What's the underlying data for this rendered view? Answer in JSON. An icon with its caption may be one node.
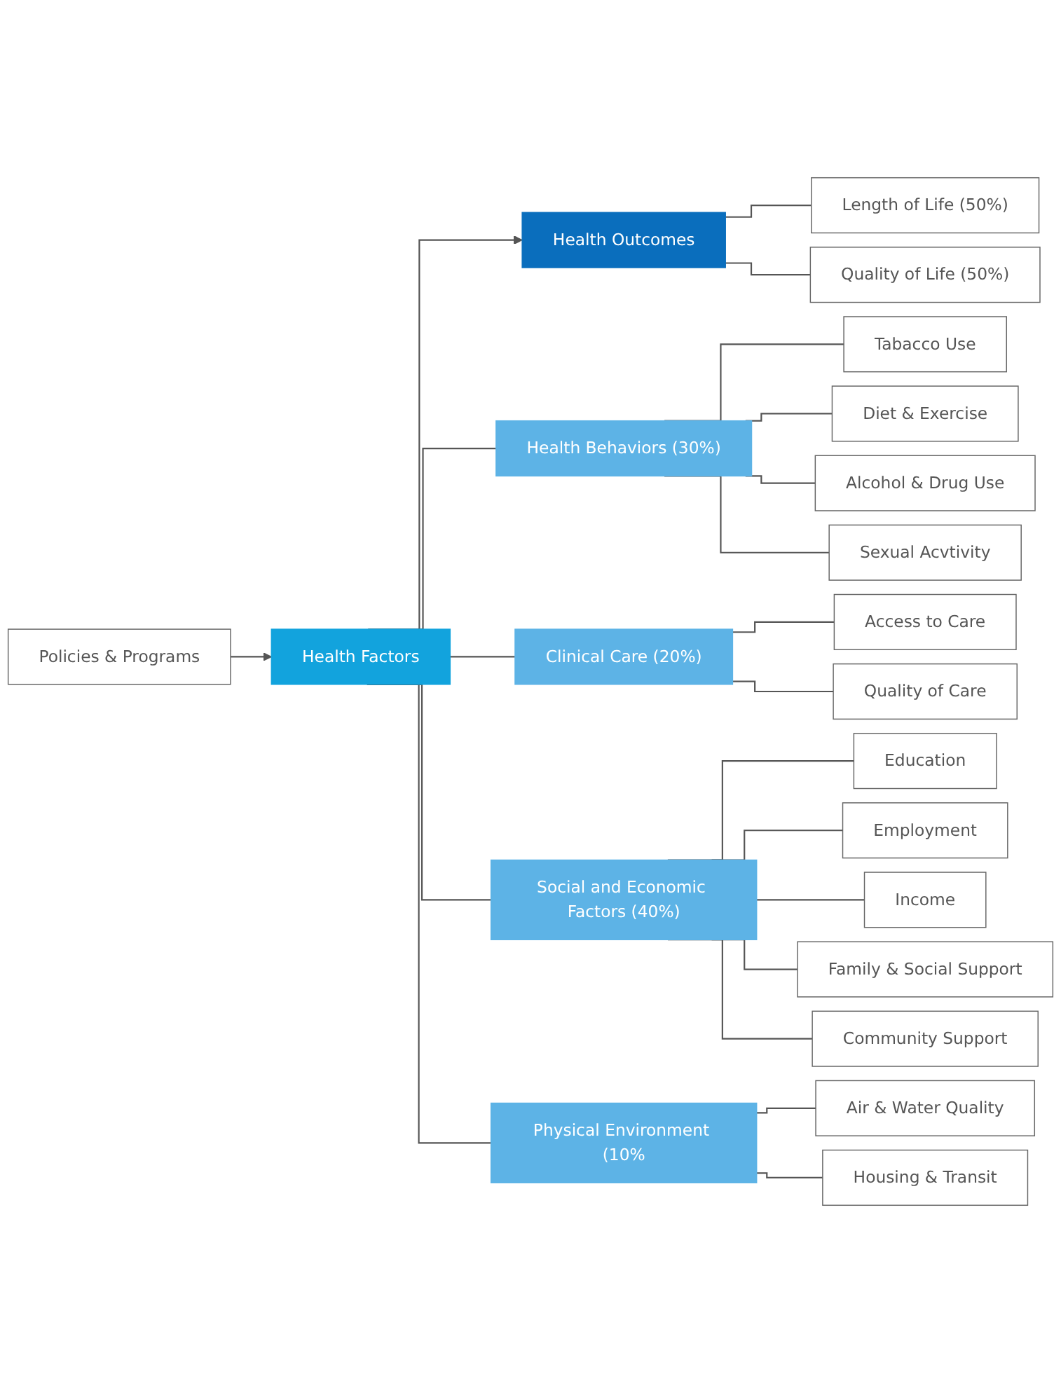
{
  "diagram": {
    "nodes": [
      {
        "text": [
          "Health Outcomes"
        ]
      },
      {
        "text": [
          "Length of Life (50%)"
        ]
      },
      {
        "text": [
          "Quality of Life (50%)"
        ]
      },
      {
        "text": [
          "Health Factors"
        ]
      },
      {
        "text": [
          "Health Behaviors (30%)"
        ]
      },
      {
        "text": [
          "Tabacco Use"
        ]
      },
      {
        "text": [
          "Diet & Exercise"
        ]
      },
      {
        "text": [
          "Alcohol & Drug Use"
        ]
      },
      {
        "text": [
          "Sexual Acvtivity"
        ]
      },
      {
        "text": [
          "Clinical Care (20%)"
        ]
      },
      {
        "text": [
          "Access to Care"
        ]
      },
      {
        "text": [
          "Quality of Care"
        ]
      },
      {
        "text": [
          "Social and Economic Factors (40%)"
        ]
      },
      {
        "text": [
          "Education"
        ]
      },
      {
        "text": [
          "Employment"
        ]
      },
      {
        "text": [
          "Income"
        ]
      },
      {
        "text": [
          "Family & Social Support"
        ]
      },
      {
        "text": [
          "Community Support"
        ]
      },
      {
        "text": [
          "Physical Environment (10%"
        ]
      },
      {
        "text": [
          "Air & Water Quality"
        ]
      },
      {
        "text": [
          "Housing & Transit"
        ]
      },
      {
        "text": [
          "Policies & Programs"
        ]
      }
    ],
    "edges": [
      {
        "from": 0,
        "to": 1,
        "arrow": "none"
      },
      {
        "from": 0,
        "to": 2,
        "arrow": "none"
      },
      {
        "from": 3,
        "to": 0,
        "arrow": "to"
      },
      {
        "from": 21,
        "to": 3,
        "arrow": "to"
      },
      {
        "from": 3,
        "to": 4,
        "arrow": "none"
      },
      {
        "from": 3,
        "to": 9,
        "arrow": "none"
      },
      {
        "from": 3,
        "to": 12,
        "arrow": "none"
      },
      {
        "from": 3,
        "to": 18,
        "arrow": "none"
      },
      {
        "from": 4,
        "to": 5,
        "arrow": "none"
      },
      {
        "from": 4,
        "to": 6,
        "arrow": "none"
      },
      {
        "from": 4,
        "to": 7,
        "arrow": "none"
      },
      {
        "from": 4,
        "to": 8,
        "arrow": "none"
      },
      {
        "from": 9,
        "to": 10,
        "arrow": "none"
      },
      {
        "from": 9,
        "to": 11,
        "arrow": "none"
      },
      {
        "from": 12,
        "to": 13,
        "arrow": "none"
      },
      {
        "from": 12,
        "to": 14,
        "arrow": "none"
      },
      {
        "from": 12,
        "to": 15,
        "arrow": "none"
      },
      {
        "from": 12,
        "to": 16,
        "arrow": "none"
      },
      {
        "from": 12,
        "to": 17,
        "arrow": "none"
      },
      {
        "from": 18,
        "to": 19,
        "arrow": "none"
      },
      {
        "from": 18,
        "to": 20,
        "arrow": "none"
      }
    ]
  }
}
